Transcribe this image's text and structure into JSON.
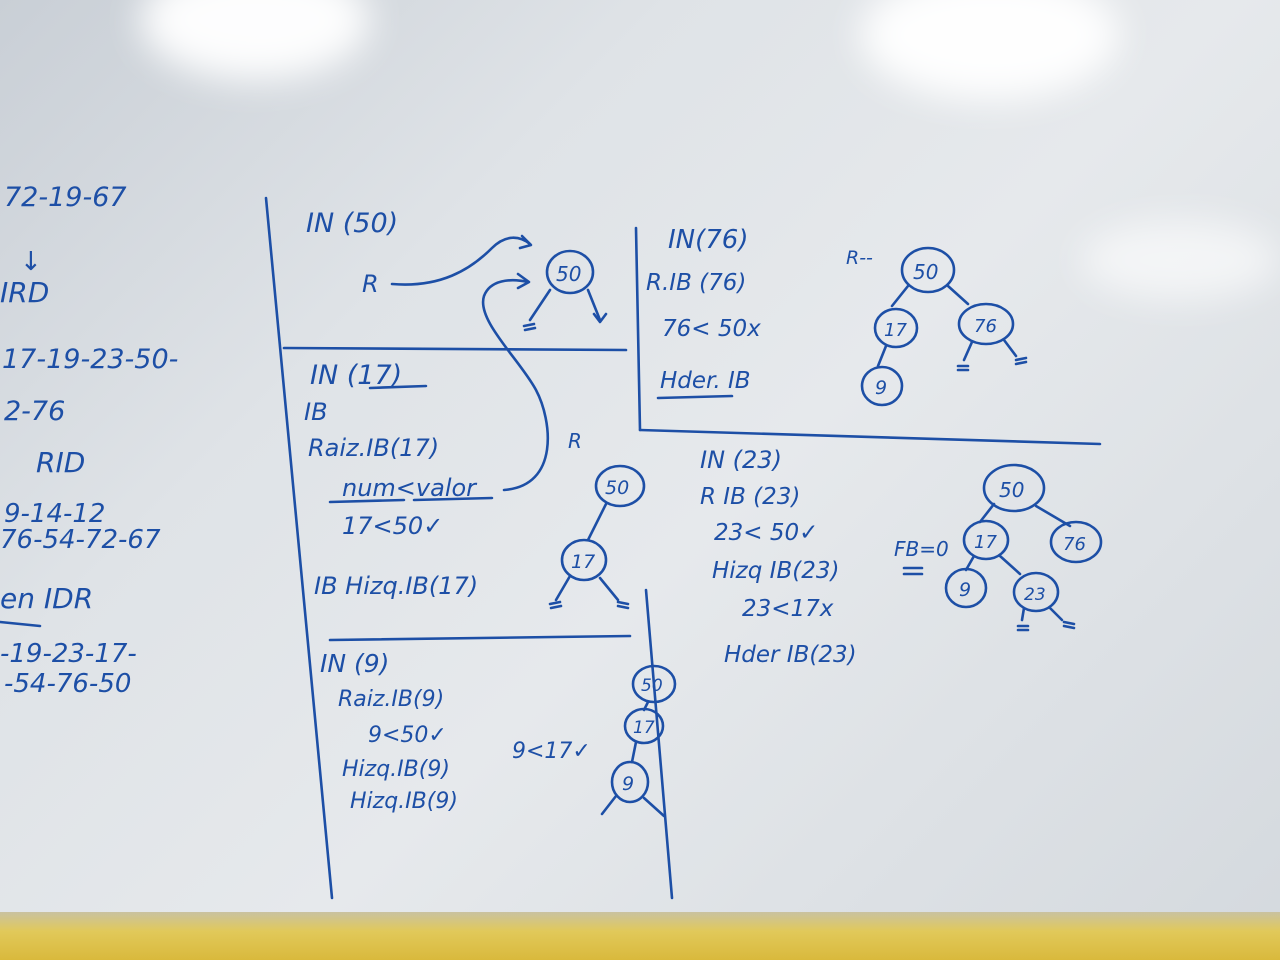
{
  "left_column": [
    "72-19-67",
    "↓",
    "IRD",
    "17-19-23-50-",
    "2-76",
    "RID",
    "9-14-12",
    "76-54-72-67",
    "en IDR",
    "-19-23-17-",
    "-54-76-50"
  ],
  "panel_in50": {
    "title": "IN (50)",
    "r_label": "R",
    "node": "50"
  },
  "panel_in17": {
    "title": "IN (17)",
    "lines": [
      "IB",
      "Raiz.IB(17)",
      "num<valor",
      "17<50✓"
    ],
    "bottom_line": "IB   Hizq.IB(17)",
    "r_label": "R",
    "nodes": [
      "50",
      "17"
    ]
  },
  "panel_in9": {
    "title": "IN (9)",
    "lines": [
      "Raiz.IB(9)",
      "9<50✓",
      "Hizq.IB(9)",
      "Hizq.IB(9)"
    ],
    "side_note": "9<17✓",
    "nodes": [
      "50",
      "17",
      "9"
    ]
  },
  "panel_in76": {
    "title": "IN(76)",
    "lines": [
      "R.IB (76)",
      "76< 50x",
      "Hder. IB"
    ],
    "r_label": "R--",
    "nodes": [
      "50",
      "17",
      "76",
      "9"
    ]
  },
  "panel_in23": {
    "title": "IN (23)",
    "lines": [
      "R IB (23)",
      "23< 50✓",
      "Hizq IB(23)",
      "23<17x",
      "Hder IB(23)"
    ],
    "fb_label": "FB=0",
    "nodes": [
      "50",
      "17",
      "76",
      "9",
      "23"
    ]
  }
}
